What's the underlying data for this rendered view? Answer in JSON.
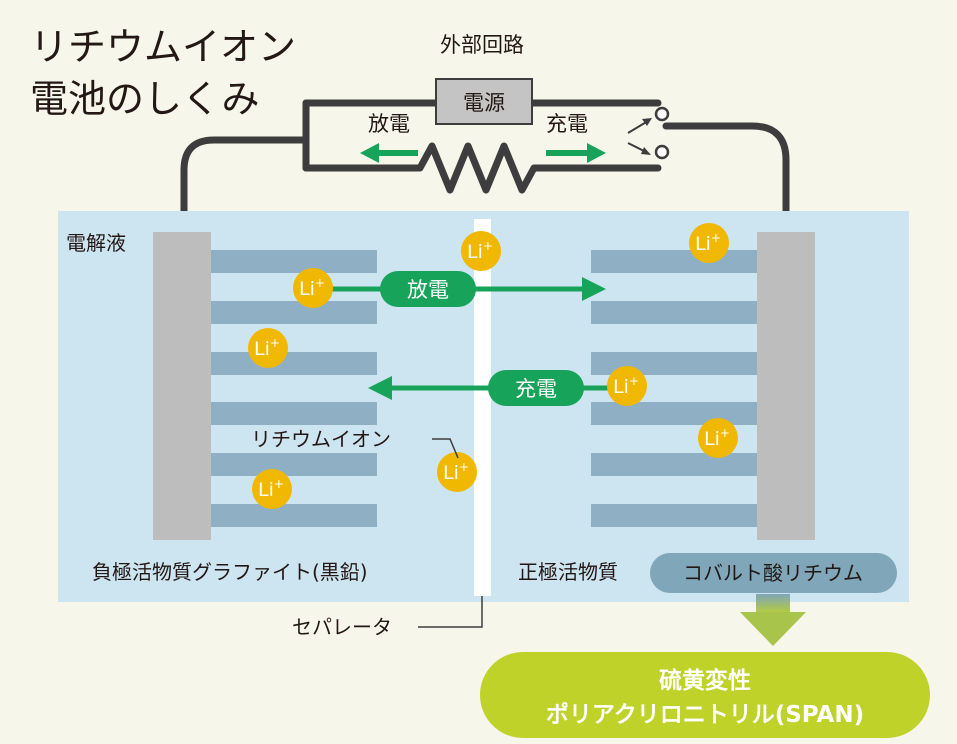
{
  "title": {
    "line1": "リチウムイオン",
    "line2": "電池のしくみ"
  },
  "circuit": {
    "external_label": "外部回路",
    "power_source": "電源",
    "discharge": "放電",
    "charge": "充電"
  },
  "cell": {
    "electrolyte": "電解液",
    "discharge_pill": "放電",
    "charge_pill": "充電",
    "li_ion_label": "リチウムイオン",
    "ion_symbol": "Li",
    "ion_superscript": "+",
    "anode_label": "負極活物質グラファイト(黒鉛)",
    "separator_label": "セパレータ",
    "cathode_label": "正極活物質",
    "cathode_material": "コバルト酸リチウム"
  },
  "replacement": {
    "line1": "硫黄変性",
    "line2": "ポリアクリロニトリル(SPAN)"
  },
  "colors": {
    "background": "#f6f6ea",
    "electrolyte": "#cde4f1",
    "electrode_plate": "#8fb0c4",
    "collector": "#bdbdbd",
    "separator": "#ffffff",
    "ion": "#f0b800",
    "arrow_green": "#17a35a",
    "wire": "#3d3d3d",
    "cathode_pill": "#7fa6b9",
    "span_pill": "#bfd22a"
  }
}
